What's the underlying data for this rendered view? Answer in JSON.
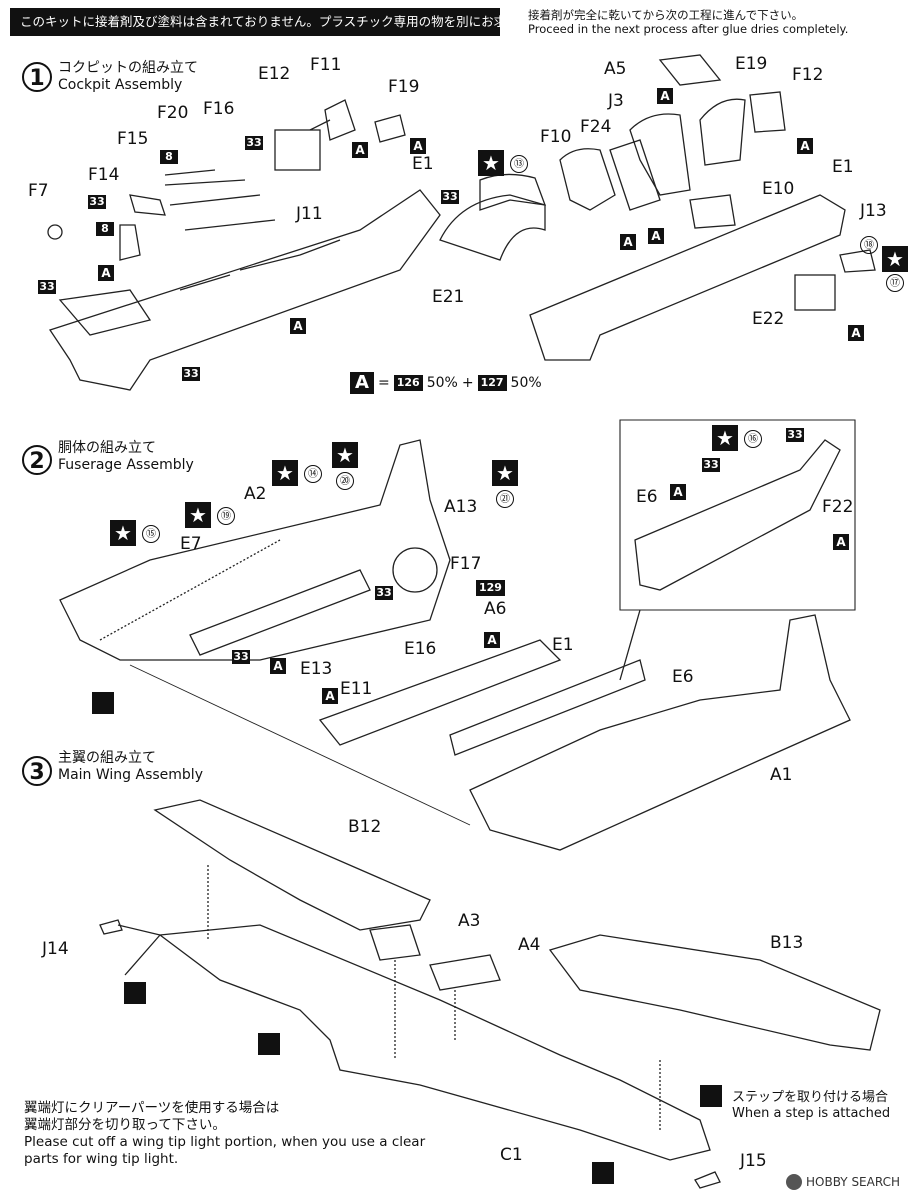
{
  "header": {
    "notice": "このキットに接着剤及び塗料は含まれておりません。プラスチック専用の物を別にお求め下さい。",
    "glue_note_jp": "接着剤が完全に乾いてから次の工程に進んで下さい。",
    "glue_note_en": "Proceed in the next process after glue dries completely."
  },
  "steps": [
    {
      "num": "1",
      "title_jp": "コクピットの組み立て",
      "title_en": "Cockpit Assembly"
    },
    {
      "num": "2",
      "title_jp": "胴体の組み立て",
      "title_en": "Fuserage Assembly"
    },
    {
      "num": "3",
      "title_jp": "主翼の組み立て",
      "title_en": "Main Wing Assembly"
    }
  ],
  "formula": {
    "letter": "A",
    "eq": "=",
    "c1": "126",
    "p1": "50%",
    "plus": "+",
    "c2": "127",
    "p2": "50%"
  },
  "color_codes": {
    "c8": "8",
    "c33": "33",
    "c129": "129"
  },
  "decals": {
    "d13": "⑬",
    "d14": "⑭",
    "d15": "⑮",
    "d16": "⑯",
    "d17": "⑰",
    "d18": "⑱",
    "d19": "⑲",
    "d20": "⑳",
    "d21": "㉑"
  },
  "parts": {
    "F7": "F7",
    "F14": "F14",
    "F15": "F15",
    "F20": "F20",
    "F16": "F16",
    "E12": "E12",
    "F11": "F11",
    "F19": "F19",
    "E1": "E1",
    "J11": "J11",
    "A5": "A5",
    "E19": "E19",
    "F12": "F12",
    "J3": "J3",
    "F24": "F24",
    "F10": "F10",
    "E10": "E10",
    "J13": "J13",
    "E21": "E21",
    "E22": "E22",
    "A2": "A2",
    "A13": "A13",
    "E7": "E7",
    "F17": "F17",
    "A6": "A6",
    "E13": "E13",
    "E16": "E16",
    "E11": "E11",
    "E6": "E6",
    "F22": "F22",
    "A1": "A1",
    "B12": "B12",
    "A3": "A3",
    "A4": "A4",
    "B13": "B13",
    "J14": "J14",
    "C1": "C1",
    "J15": "J15"
  },
  "notes": {
    "step_jp": "ステップを取り付ける場合",
    "step_en": "When a step is attached",
    "wingtip_jp1": "翼端灯にクリアーパーツを使用する場合は",
    "wingtip_jp2": "翼端灯部分を切り取って下さい。",
    "wingtip_en1": "Please cut off a wing tip light portion, when you use a clear",
    "wingtip_en2": "parts for wing tip light."
  },
  "watermark": "HOBBY SEARCH"
}
